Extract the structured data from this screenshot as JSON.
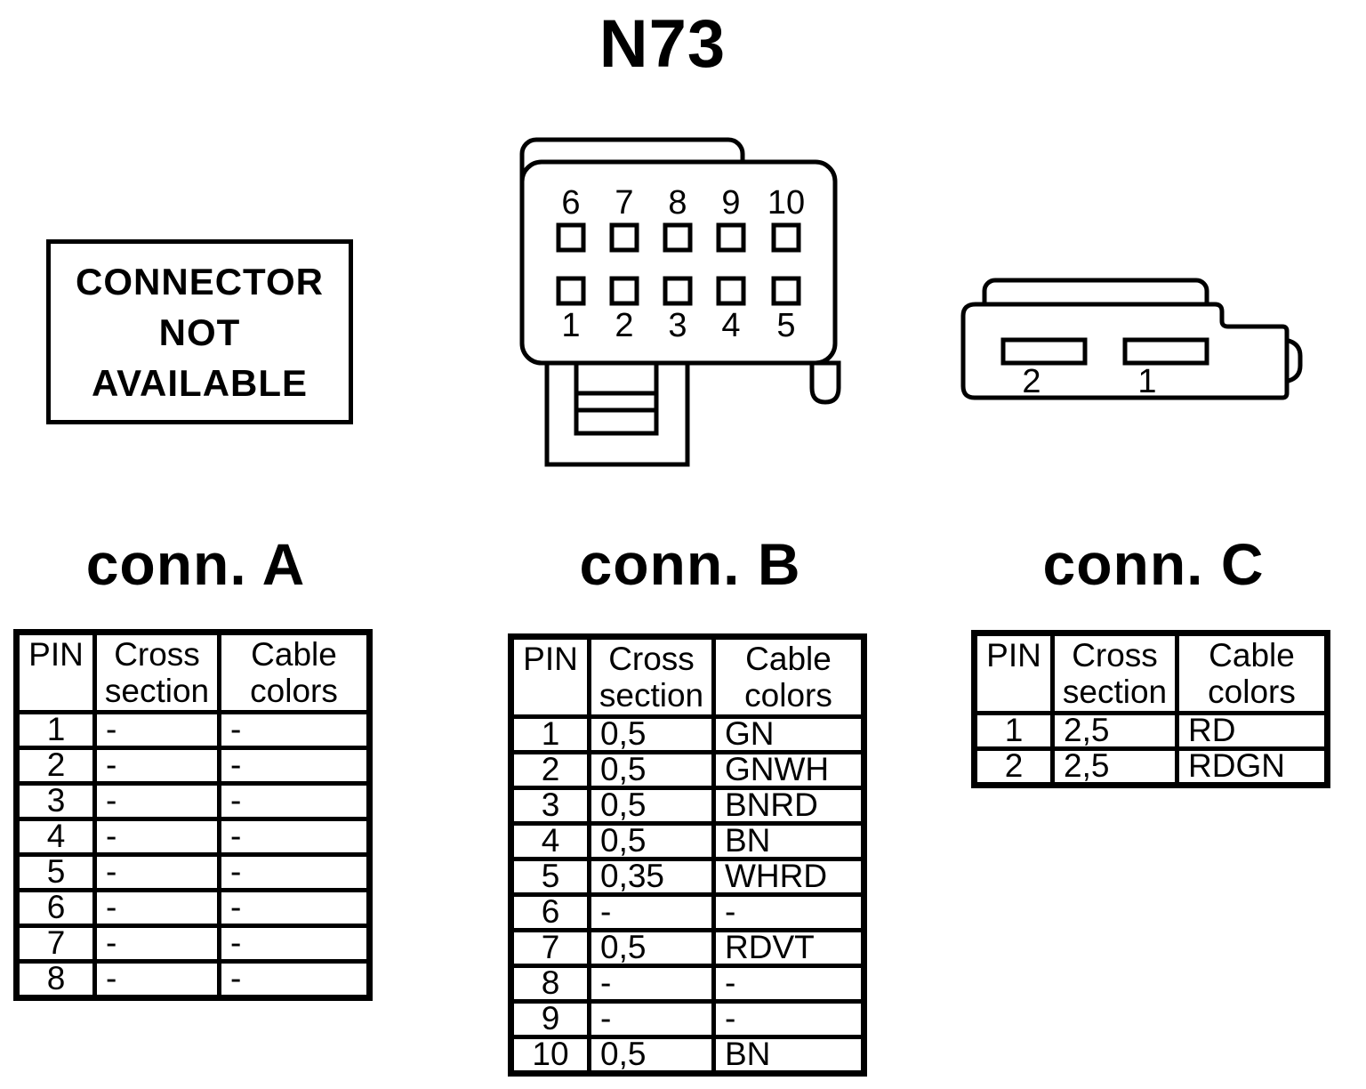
{
  "title": "N73",
  "notice_box": {
    "line1": "CONNECTOR",
    "line2": "NOT",
    "line3": "AVAILABLE"
  },
  "diagrams": {
    "connector_b": {
      "top_pins": [
        "6",
        "7",
        "8",
        "9",
        "10"
      ],
      "bottom_pins": [
        "1",
        "2",
        "3",
        "4",
        "5"
      ]
    },
    "connector_c": {
      "left_pin": "2",
      "right_pin": "1"
    }
  },
  "tables": {
    "a": {
      "title": "conn. A",
      "headers": {
        "pin": "PIN",
        "cross": "Cross section",
        "color": "Cable colors"
      },
      "rows": [
        {
          "pin": "1",
          "cross": "-",
          "color": "-"
        },
        {
          "pin": "2",
          "cross": "-",
          "color": "-"
        },
        {
          "pin": "3",
          "cross": "-",
          "color": "-"
        },
        {
          "pin": "4",
          "cross": "-",
          "color": "-"
        },
        {
          "pin": "5",
          "cross": "-",
          "color": "-"
        },
        {
          "pin": "6",
          "cross": "-",
          "color": "-"
        },
        {
          "pin": "7",
          "cross": "-",
          "color": "-"
        },
        {
          "pin": "8",
          "cross": "-",
          "color": "-"
        }
      ]
    },
    "b": {
      "title": "conn. B",
      "headers": {
        "pin": "PIN",
        "cross": "Cross section",
        "color": "Cable colors"
      },
      "rows": [
        {
          "pin": "1",
          "cross": "0,5",
          "color": "GN"
        },
        {
          "pin": "2",
          "cross": "0,5",
          "color": "GNWH"
        },
        {
          "pin": "3",
          "cross": "0,5",
          "color": "BNRD"
        },
        {
          "pin": "4",
          "cross": "0,5",
          "color": "BN"
        },
        {
          "pin": "5",
          "cross": "0,35",
          "color": "WHRD"
        },
        {
          "pin": "6",
          "cross": "-",
          "color": "-"
        },
        {
          "pin": "7",
          "cross": "0,5",
          "color": "RDVT"
        },
        {
          "pin": "8",
          "cross": "-",
          "color": "-"
        },
        {
          "pin": "9",
          "cross": "-",
          "color": "-"
        },
        {
          "pin": "10",
          "cross": "0,5",
          "color": "BN"
        }
      ]
    },
    "c": {
      "title": "conn. C",
      "headers": {
        "pin": "PIN",
        "cross": "Cross section",
        "color": "Cable colors"
      },
      "rows": [
        {
          "pin": "1",
          "cross": "2,5",
          "color": "RD"
        },
        {
          "pin": "2",
          "cross": "2,5",
          "color": "RDGN"
        }
      ]
    }
  },
  "colors": {
    "ink": "#000000",
    "background": "#ffffff"
  }
}
